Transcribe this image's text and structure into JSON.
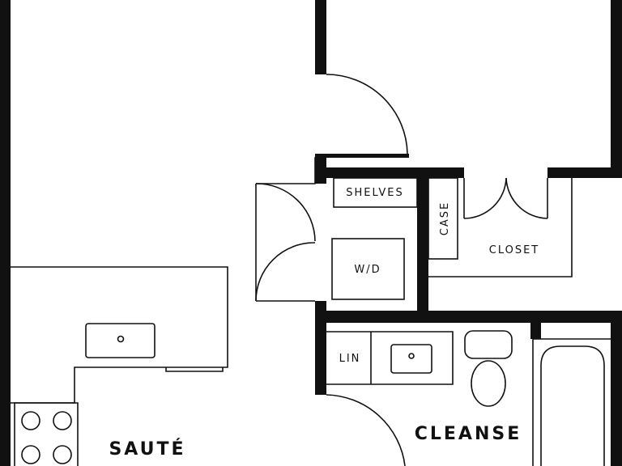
{
  "labels": {
    "shelves": "SHELVES",
    "case": "CASE",
    "closet": "CLOSET",
    "wd": "W/D",
    "lin": "LIN",
    "cleanse": "CLEANSE",
    "saute": "SAUTÉ"
  },
  "colors": {
    "wall": "#111111",
    "background": "#ffffff"
  }
}
